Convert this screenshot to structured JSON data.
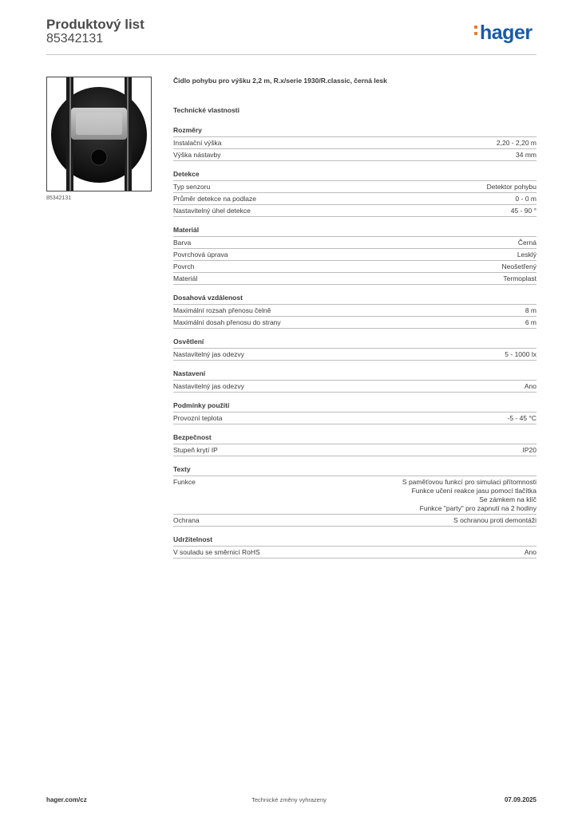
{
  "header": {
    "title": "Produktový list",
    "code": "85342131",
    "logo": "hager"
  },
  "image": {
    "caption": "85342131"
  },
  "product": {
    "title": "Čidlo pohybu pro výšku 2,2 m, R.x/serie 1930/R.classic, černá lesk",
    "tech_heading": "Technické vlastnosti"
  },
  "sections": [
    {
      "title": "Rozměry",
      "rows": [
        {
          "label": "Instalační výška",
          "value": [
            "2,20 - 2,20 m"
          ]
        },
        {
          "label": "Výška nástavby",
          "value": [
            "34 mm"
          ]
        }
      ]
    },
    {
      "title": "Detekce",
      "rows": [
        {
          "label": "Typ senzoru",
          "value": [
            "Detektor pohybu"
          ]
        },
        {
          "label": "Průměr detekce na podlaze",
          "value": [
            "0 - 0 m"
          ]
        },
        {
          "label": "Nastavitelný úhel detekce",
          "value": [
            "45 - 90 °"
          ]
        }
      ]
    },
    {
      "title": "Materiál",
      "rows": [
        {
          "label": "Barva",
          "value": [
            "Černá"
          ]
        },
        {
          "label": "Povrchová úprava",
          "value": [
            "Lesklý"
          ]
        },
        {
          "label": "Povrch",
          "value": [
            "Neošetřený"
          ]
        },
        {
          "label": "Materiál",
          "value": [
            "Termoplast"
          ]
        }
      ]
    },
    {
      "title": "Dosahová vzdálenost",
      "rows": [
        {
          "label": "Maximální rozsah přenosu čelně",
          "value": [
            "8 m"
          ]
        },
        {
          "label": "Maximální dosah přenosu do strany",
          "value": [
            "6 m"
          ]
        }
      ]
    },
    {
      "title": "Osvětlení",
      "rows": [
        {
          "label": "Nastavitelný jas odezvy",
          "value": [
            "5 - 1000 lx"
          ]
        }
      ]
    },
    {
      "title": "Nastavení",
      "rows": [
        {
          "label": "Nastavitelný jas odezvy",
          "value": [
            "Ano"
          ]
        }
      ]
    },
    {
      "title": "Podmínky použití",
      "rows": [
        {
          "label": "Provozní teplota",
          "value": [
            "-5 - 45 °C"
          ]
        }
      ]
    },
    {
      "title": "Bezpečnost",
      "rows": [
        {
          "label": "Stupeň krytí IP",
          "value": [
            "IP20"
          ]
        }
      ]
    },
    {
      "title": "Texty",
      "rows": [
        {
          "label": "Funkce",
          "value": [
            "S paměťovou funkcí pro simulaci přítomnosti",
            "Funkce učení reakce jasu pomocí tlačítka",
            "Se zámkem na klíč",
            "Funkce \"party\" pro zapnutí na 2 hodiny"
          ]
        },
        {
          "label": "Ochrana",
          "value": [
            "S ochranou proti demontáži"
          ]
        }
      ]
    },
    {
      "title": "Udržitelnost",
      "rows": [
        {
          "label": "V souladu se směrnicí RoHS",
          "value": [
            "Ano"
          ]
        }
      ]
    }
  ],
  "footer": {
    "left": "hager.com/cz",
    "center": "Technické změny vyhrazeny",
    "right": "07.09.2025"
  }
}
